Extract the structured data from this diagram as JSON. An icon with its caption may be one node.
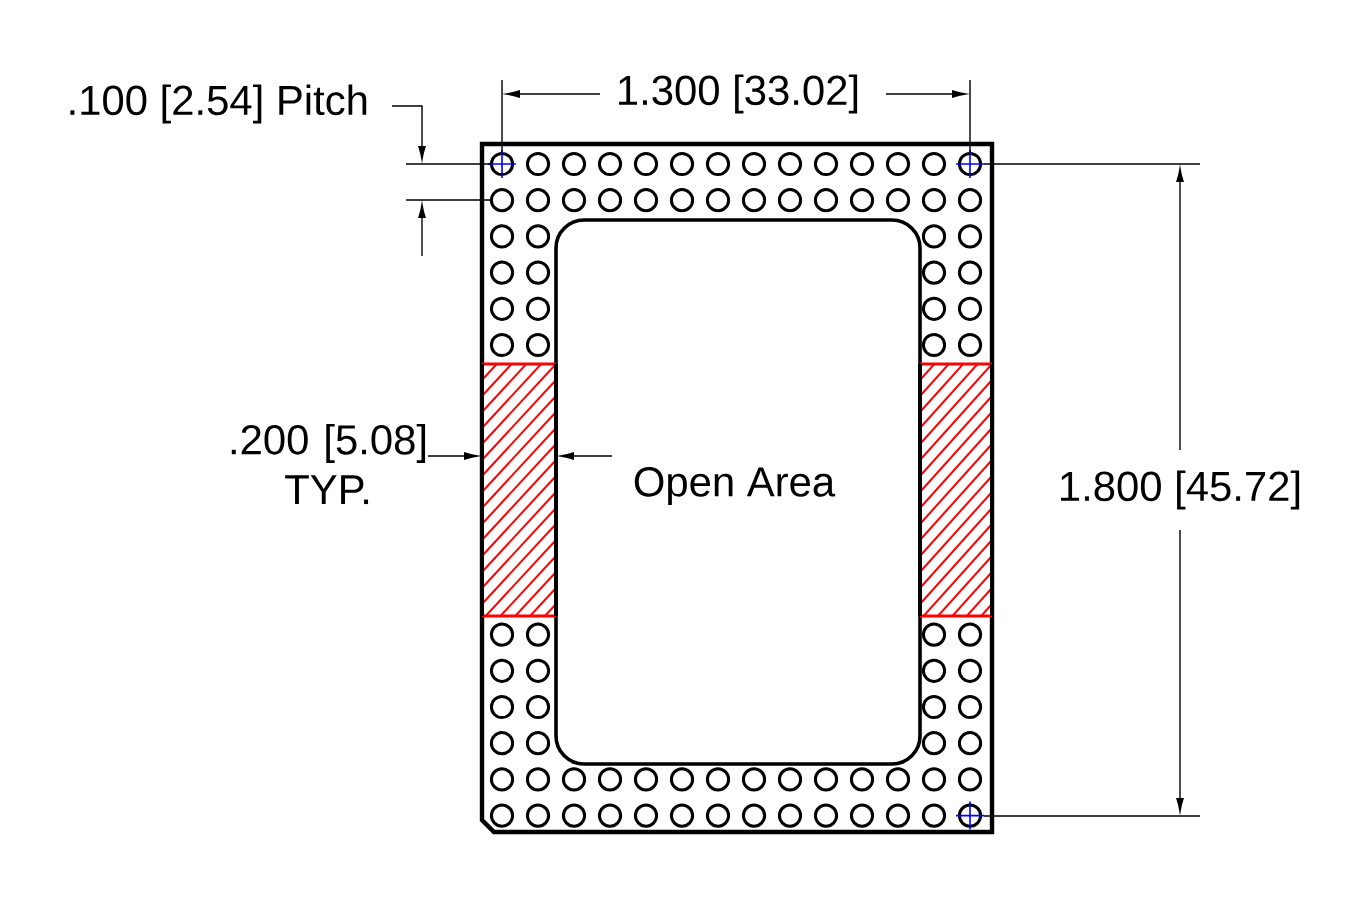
{
  "diagram": {
    "labels": [
      ".100 [2.54] Pitch",
      "1.300 [33.02]",
      ".200 [5.08] TYP.",
      "Open Area",
      "1.800 [45.72]"
    ]
  }
}
